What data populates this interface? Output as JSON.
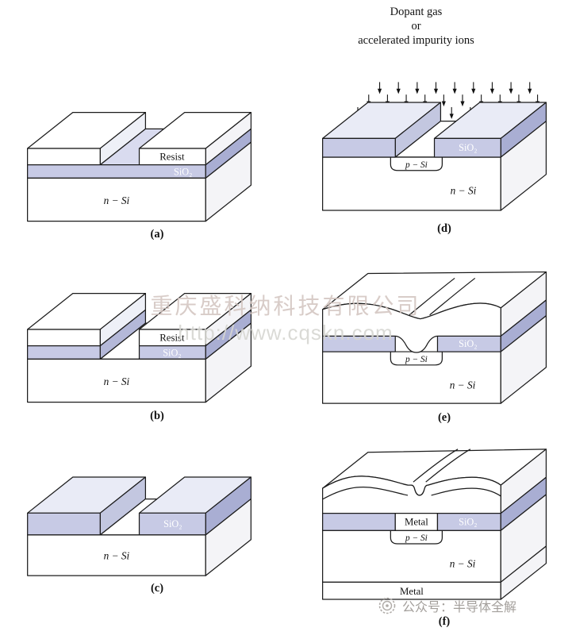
{
  "figure": {
    "header": {
      "line1": "Dopant gas",
      "line2": "or",
      "line3": "accelerated impurity ions"
    },
    "labels": {
      "resist": "Resist",
      "sio2": "SiO₂",
      "n_si": "n − Si",
      "p_si": "p − Si",
      "metal": "Metal"
    },
    "panels": {
      "a": {
        "caption": "(a)"
      },
      "b": {
        "caption": "(b)"
      },
      "c": {
        "caption": "(c)"
      },
      "d": {
        "caption": "(d)"
      },
      "e": {
        "caption": "(e)"
      },
      "f": {
        "caption": "(f)"
      }
    }
  },
  "watermark": {
    "company": "重庆盛科纳科技有限公司",
    "url": "http://www.cqskn.com"
  },
  "footer": {
    "account": "公众号：半导体全解"
  },
  "colors": {
    "sio2_front": "#c7cae5",
    "sio2_side": "#a9aed3",
    "sio2_top": "#d9dbef",
    "outline": "#1b1b1b",
    "background": "#ffffff",
    "watermark_company": "#d2c4bf",
    "watermark_url": "#d7d7d2",
    "footer_text": "#a39f9b"
  }
}
